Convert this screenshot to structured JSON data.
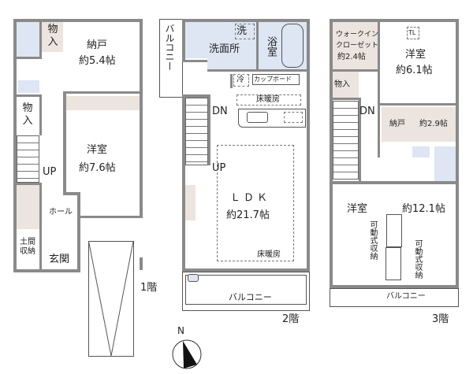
{
  "floors": {
    "first": {
      "label": "1階",
      "rooms": {
        "storage_top": "物入",
        "nando": {
          "name": "納戸",
          "size": "約5.4帖"
        },
        "storage_left": "物入",
        "western": {
          "name": "洋室",
          "size": "約7.6帖"
        },
        "hall": "ホール",
        "doma": "土間収納",
        "entrance": "玄関"
      },
      "stairs_label": "UP"
    },
    "second": {
      "label": "2階",
      "rooms": {
        "balcony_side": "バルコニー",
        "wash": "洗",
        "washroom": "洗面所",
        "bath": "浴室",
        "fridge": "冷",
        "cupboard": "カップボード",
        "floor_heating_kitchen": "床暖房",
        "ldk": {
          "name": "ＬＤＫ",
          "size": "約21.7帖"
        },
        "floor_heating_ldk": "床暖房",
        "balcony_bottom": "バルコニー"
      },
      "stairs_down": "DN",
      "stairs_up": "UP"
    },
    "third": {
      "label": "3階",
      "rooms": {
        "wic": {
          "line1": "ウォークイン",
          "line2": "クローゼット",
          "size": "約2.4帖"
        },
        "western_top": {
          "name": "洋室",
          "size": "約6.1帖"
        },
        "tl": "TL",
        "storage": "物入",
        "nando": {
          "name": "納戸",
          "size": "約2.9帖"
        },
        "western_bottom": {
          "name": "洋室",
          "size": "約12.1帖"
        },
        "movable_storage_1": "可動式収納",
        "movable_storage_2": "可動式収納",
        "balcony": "バルコニー"
      },
      "stairs_down": "DN"
    }
  },
  "compass": {
    "label": "N"
  }
}
